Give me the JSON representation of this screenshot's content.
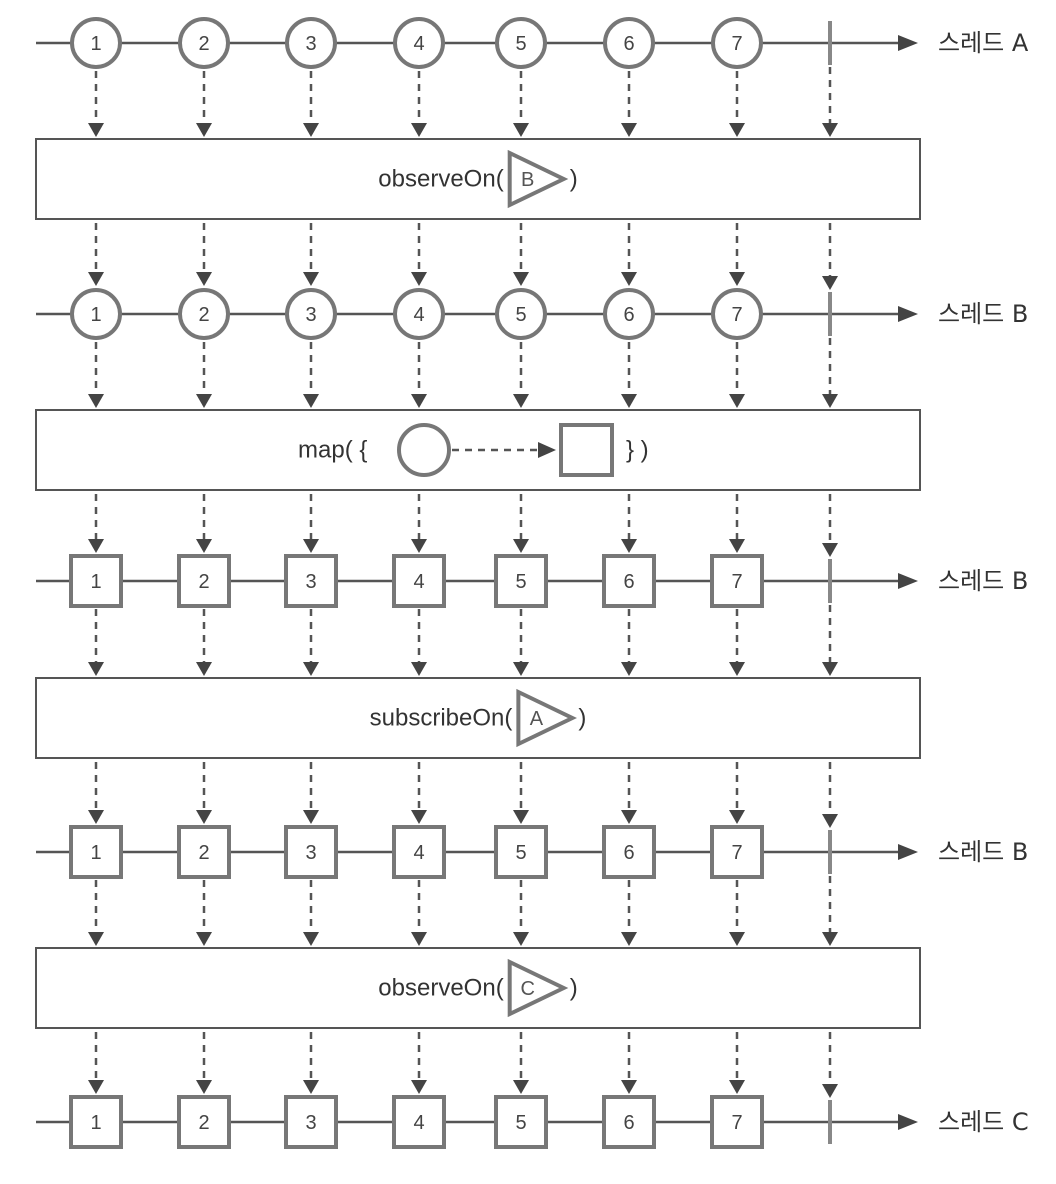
{
  "timelines": [
    {
      "shape": "circle",
      "label": "스레드 A",
      "items": [
        "1",
        "2",
        "3",
        "4",
        "5",
        "6",
        "7"
      ]
    },
    {
      "shape": "circle",
      "label": "스레드 B",
      "items": [
        "1",
        "2",
        "3",
        "4",
        "5",
        "6",
        "7"
      ]
    },
    {
      "shape": "square",
      "label": "스레드 B",
      "items": [
        "1",
        "2",
        "3",
        "4",
        "5",
        "6",
        "7"
      ]
    },
    {
      "shape": "square",
      "label": "스레드 B",
      "items": [
        "1",
        "2",
        "3",
        "4",
        "5",
        "6",
        "7"
      ]
    },
    {
      "shape": "square",
      "label": "스레드 C",
      "items": [
        "1",
        "2",
        "3",
        "4",
        "5",
        "6",
        "7"
      ]
    }
  ],
  "operators": [
    {
      "kind": "scheduler",
      "prefix": "observeOn(",
      "scheduler": "B",
      "suffix": ")"
    },
    {
      "kind": "map",
      "prefix": "map( {",
      "suffix": "} )"
    },
    {
      "kind": "scheduler",
      "prefix": "subscribeOn(",
      "scheduler": "A",
      "suffix": ")"
    },
    {
      "kind": "scheduler",
      "prefix": "observeOn(",
      "scheduler": "C",
      "suffix": ")"
    }
  ]
}
